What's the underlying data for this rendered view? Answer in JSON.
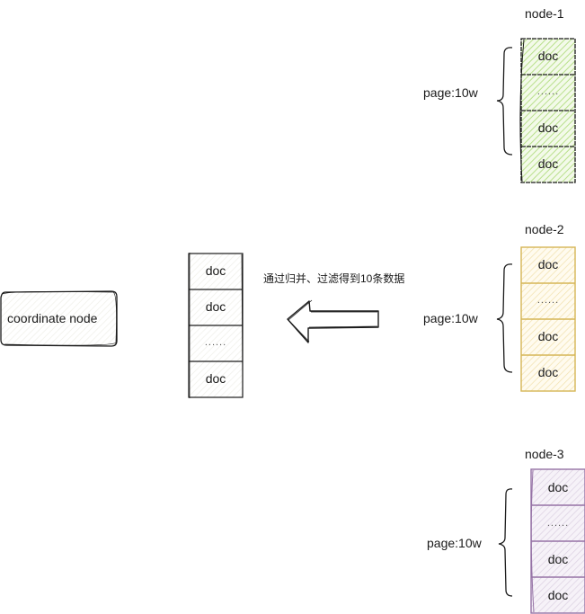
{
  "diagram": {
    "coordinator": {
      "label": "coordinate node"
    },
    "result_stack": {
      "cells": [
        "doc",
        "doc",
        "......",
        "doc"
      ]
    },
    "arrow": {
      "label": "通过归并、过滤得到10条数据",
      "direction": "left"
    },
    "nodes": [
      {
        "name": "node-1",
        "page_label": "page:10w",
        "color": "#d5e8d4",
        "stroke": "#1a1a1a",
        "hatch": "#b9e08c",
        "cells": [
          "doc",
          "......",
          "doc",
          "doc"
        ]
      },
      {
        "name": "node-2",
        "page_label": "page:10w",
        "color": "#fff2cc",
        "stroke": "#d6b656",
        "hatch": "#f0d98a",
        "cells": [
          "doc",
          "......",
          "doc",
          "doc"
        ]
      },
      {
        "name": "node-3",
        "page_label": "page:10w",
        "color": "#e1d5e7",
        "stroke": "#9673a6",
        "hatch": "#d4c6dc",
        "cells": [
          "doc",
          "......",
          "doc",
          "doc"
        ]
      }
    ]
  }
}
